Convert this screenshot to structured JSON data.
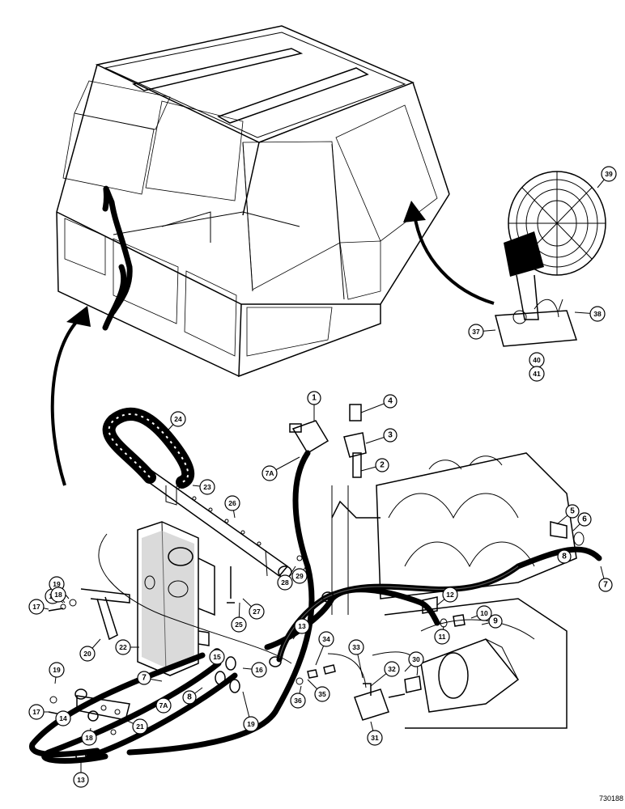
{
  "figure_number": "730188",
  "callouts": [
    "1",
    "2",
    "3",
    "4",
    "5",
    "6",
    "7",
    "7A",
    "8",
    "9",
    "10",
    "11",
    "12",
    "13",
    "14",
    "15",
    "16",
    "17",
    "18",
    "19",
    "20",
    "21",
    "22",
    "23",
    "24",
    "25",
    "26",
    "27",
    "28",
    "29",
    "30",
    "31",
    "32",
    "33",
    "34",
    "35",
    "36",
    "37",
    "38",
    "39",
    "40",
    "41"
  ]
}
